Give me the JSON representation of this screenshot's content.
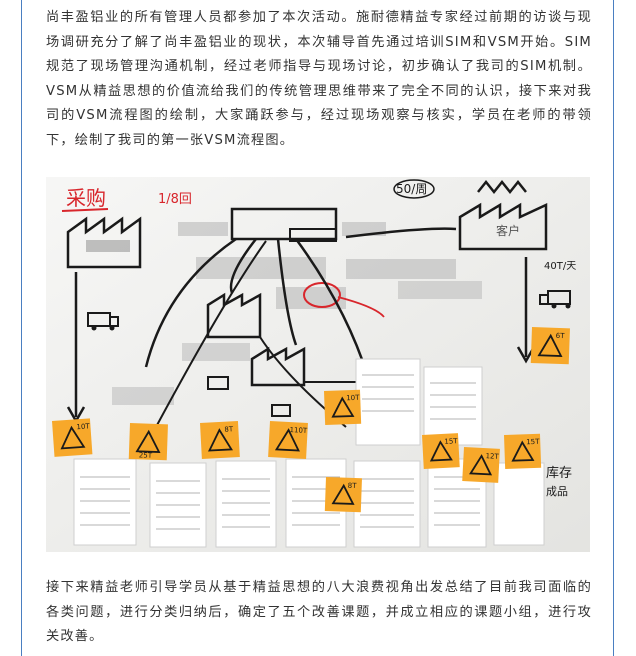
{
  "article": {
    "paragraph_1": "尚丰盈铝业的所有管理人员都参加了本次活动。施耐德精益专家经过前期的访谈与现场调研充分了解了尚丰盈铝业的现状，本次辅导首先通过培训SIM和VSM开始。SIM规范了现场管理沟通机制，经过老师指导与现场讨论，初步确认了我司的SIM机制。VSM从精益思想的价值流给我们的传统管理思维带来了完全不同的认识，接下来对我司的VSM流程图的绘制，大家踊跃参与，经过现场观察与核实，学员在老师的带领下，绘制了我司的第一张VSM流程图。",
    "paragraph_2": "接下来精益老师引导学员从基于精益思想的八大浪费视角出发总结了目前我司面临的各类问题，进行分类归纳后，确定了五个改善课题，并成立相应的课题小组，进行攻关改善。"
  },
  "photo": {
    "handwriting": {
      "top_left": "采购",
      "top_center": "1/8回",
      "top_right": "50/周",
      "customer_box": "客户",
      "right_rate": "40T/天",
      "right_bottom": "库存",
      "note_label": "成品"
    },
    "sticky_notes": [
      "10T",
      "25T",
      "8T",
      "110T",
      "10T",
      "8T",
      "15T",
      "12T",
      "15T",
      "6T"
    ],
    "colors": {
      "sticky": "#f7a82a",
      "ink": "#1a1a1a",
      "red_ink": "#d8262c",
      "board": "#f2f2f0"
    }
  }
}
